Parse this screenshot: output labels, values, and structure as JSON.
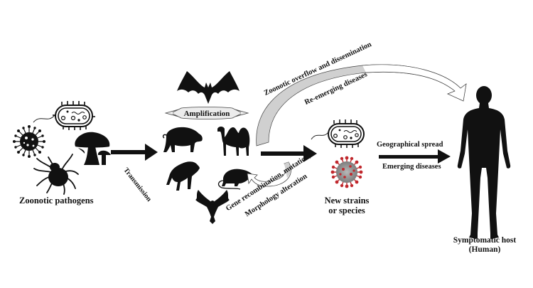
{
  "diagram": {
    "title": "Zoonotic pathogen spillover pathway",
    "stages": [
      {
        "id": "pathogens",
        "label": "Zoonotic pathogens",
        "icons": [
          "bacterium-icon",
          "virus-icon",
          "tick-icon",
          "mushroom-icon"
        ]
      },
      {
        "id": "reservoir",
        "banner": "Amplification",
        "icons": [
          "bat-icon",
          "boar-icon",
          "camel-icon",
          "chimpanzee-icon",
          "rat-icon",
          "eagle-icon"
        ]
      },
      {
        "id": "new-strains",
        "label_line1": "New strains",
        "label_line2": "or species",
        "icons": [
          "bacterium-icon",
          "coronavirus-icon"
        ]
      },
      {
        "id": "host",
        "label_line1": "Symptomatic host",
        "label_line2": "(Human)",
        "icons": [
          "human-silhouette-icon"
        ]
      }
    ],
    "edges": {
      "transmission": "Transmission",
      "gene_recombination_line1": "Gene recombination, mutation,",
      "gene_recombination_line2": "Morphology alteration",
      "overflow_line1": "Zoonotic overflow and dissemination",
      "overflow_line2": "Re-emerging diseases",
      "geo_top": "Geographical spread",
      "geo_bottom": "Emerging diseases"
    },
    "colors": {
      "silhouette": "#000000",
      "curved_arrow_fill": "#d0d0d0",
      "virus_red": "#c0282d",
      "virus_grey": "#9a9a9a"
    }
  }
}
